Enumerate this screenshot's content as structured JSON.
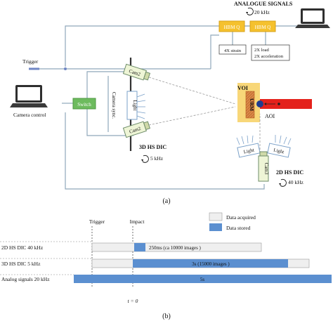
{
  "panel_a": {
    "caption": "(a)",
    "analogue_signals": {
      "label": "ANALOGUE SIGNALS",
      "rate": "20 kHz"
    },
    "hbm1": "HBM Q",
    "hbm2": "HBM Q",
    "strain_box": "4X strain",
    "load_box_line1": "2X load",
    "load_box_line2": "2X acceleration",
    "trigger": "Trigger",
    "camera_control": "Camera control",
    "switch": "Switch",
    "cam2_top": "Cam2",
    "cam2_bottom": "Cam2",
    "light_center": "Light",
    "camera_sync": "Camera sync.",
    "dic3d": {
      "label": "3D HS DIC",
      "rate": "5 kHz"
    },
    "voi": "VOI",
    "urm": "URM",
    "aoi": "AOI",
    "light_left": "Light",
    "light_right": "Light",
    "cam3": "Cam3",
    "dic2d": {
      "label": "2D HS DIC",
      "rate": "40 kHz"
    }
  },
  "panel_b": {
    "caption": "(b)",
    "trigger": "Trigger",
    "impact": "Impact",
    "legend": {
      "acquired": "Data acquired",
      "stored": "Data stored"
    },
    "rows": [
      {
        "label": "2D HS DIC 40 kHz",
        "bar_text": "250ms (ca 10000 images )"
      },
      {
        "label": "3D HS DIC 5 kHz",
        "bar_text": "3s (15000 images )"
      },
      {
        "label": "Analog signals 20 kHz",
        "bar_text": "5s"
      }
    ],
    "t0": "t = 0"
  },
  "colors": {
    "box_fill": "#f5c12e",
    "wire": "#8fa8bb",
    "switch": "#6dbb5e",
    "voi": "#f7d36a",
    "urm": "#f07e3d",
    "red_bar": "#e4221c",
    "stored": "#5b8fd0",
    "acquired": "#efefef"
  }
}
